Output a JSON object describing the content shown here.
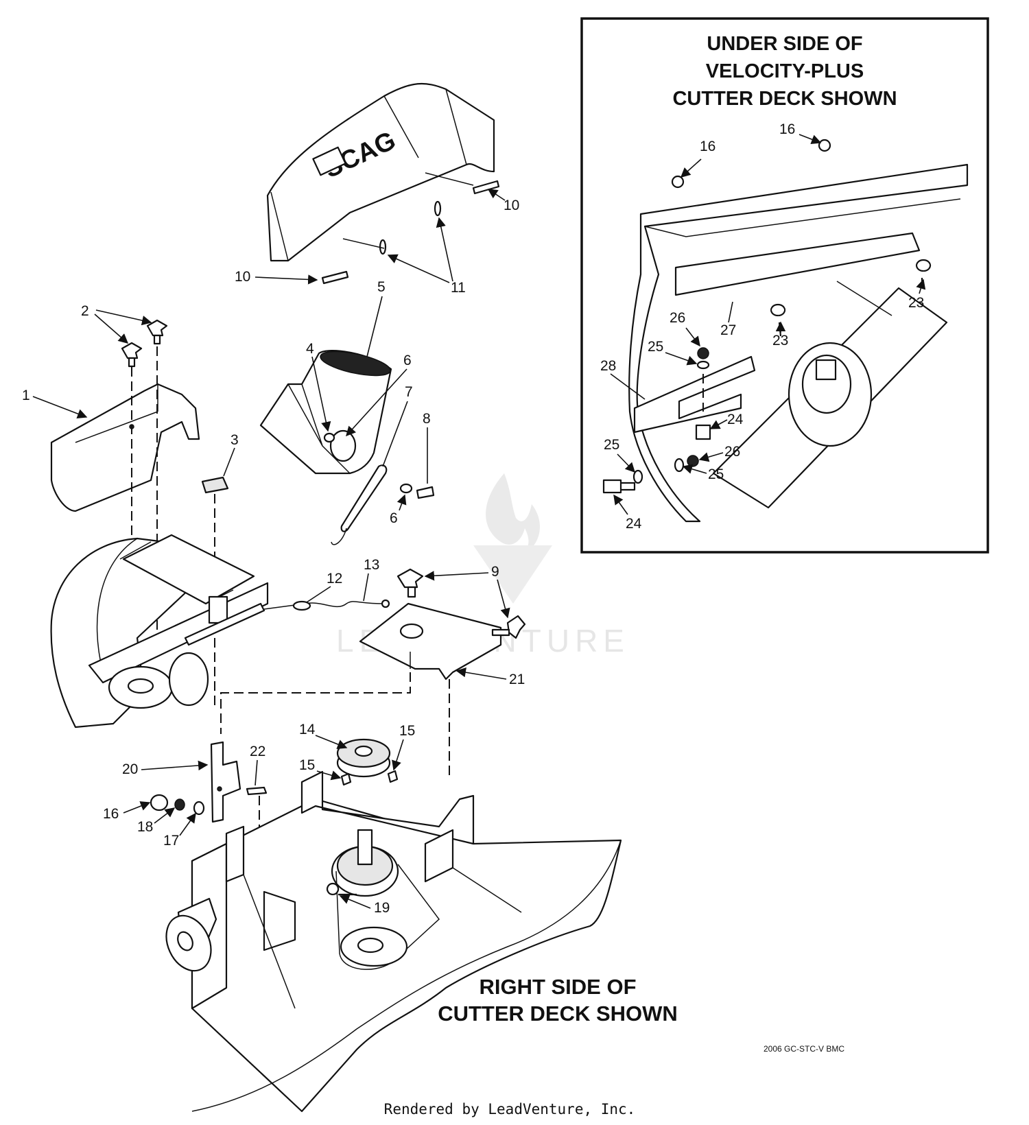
{
  "inset_title": [
    "UNDER SIDE OF",
    "VELOCITY-PLUS",
    "CUTTER DECK SHOWN"
  ],
  "main_caption": [
    "RIGHT SIDE OF",
    "CUTTER DECK SHOWN"
  ],
  "drawing_code": "2006 GC-STC-V BMC",
  "footer_text": "Rendered by LeadVenture, Inc.",
  "watermark_text": "LEADVENTURE",
  "brand_on_chute": "SCAG",
  "callouts": [
    "1",
    "2",
    "3",
    "4",
    "5",
    "6",
    "6",
    "7",
    "8",
    "9",
    "10",
    "10",
    "11",
    "12",
    "13",
    "14",
    "15",
    "15",
    "16",
    "17",
    "18",
    "19",
    "20",
    "21",
    "22",
    "16",
    "16",
    "23",
    "23",
    "24",
    "24",
    "25",
    "25",
    "25",
    "26",
    "26",
    "27",
    "28"
  ]
}
